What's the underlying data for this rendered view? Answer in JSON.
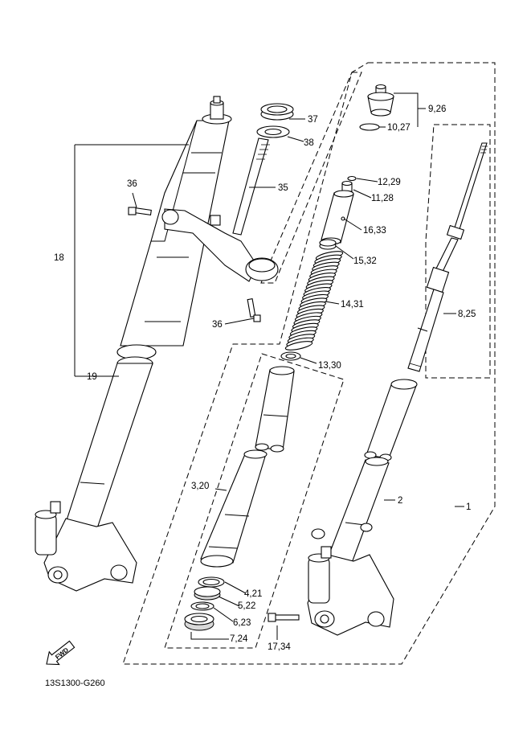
{
  "diagram": {
    "code": "13S1300-G260",
    "fwd_label": "FWD",
    "callouts": [
      {
        "id": "c1",
        "text": "1"
      },
      {
        "id": "c2",
        "text": "2"
      },
      {
        "id": "c3",
        "text": "3,20"
      },
      {
        "id": "c4",
        "text": "4,21"
      },
      {
        "id": "c5",
        "text": "5,22"
      },
      {
        "id": "c6",
        "text": "6,23"
      },
      {
        "id": "c7",
        "text": "7,24"
      },
      {
        "id": "c8",
        "text": "8,25"
      },
      {
        "id": "c9",
        "text": "9,26"
      },
      {
        "id": "c10",
        "text": "10,27"
      },
      {
        "id": "c11",
        "text": "11,28"
      },
      {
        "id": "c12",
        "text": "12,29"
      },
      {
        "id": "c13",
        "text": "13,30"
      },
      {
        "id": "c14",
        "text": "14,31"
      },
      {
        "id": "c15",
        "text": "15,32"
      },
      {
        "id": "c16",
        "text": "16,33"
      },
      {
        "id": "c17",
        "text": "17,34"
      },
      {
        "id": "c18",
        "text": "18"
      },
      {
        "id": "c19",
        "text": "19"
      },
      {
        "id": "c35",
        "text": "35"
      },
      {
        "id": "c36a",
        "text": "36"
      },
      {
        "id": "c36b",
        "text": "36"
      },
      {
        "id": "c37",
        "text": "37"
      },
      {
        "id": "c38",
        "text": "38"
      }
    ]
  }
}
